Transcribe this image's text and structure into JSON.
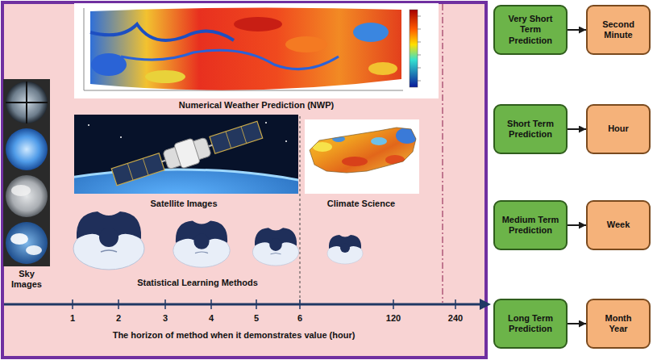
{
  "diagram": {
    "nodes": [
      {
        "text": [
          "Very Short Term Prediction"
        ]
      },
      {
        "text": [
          "Second Minute"
        ]
      },
      {
        "text": [
          "Short Term Prediction"
        ]
      },
      {
        "text": [
          "Hour"
        ]
      },
      {
        "text": [
          "Medium Term Prediction"
        ]
      },
      {
        "text": [
          "Week"
        ]
      },
      {
        "text": [
          "Long Term Prediction"
        ]
      },
      {
        "text": [
          "Month Year"
        ]
      }
    ],
    "edges": [
      {
        "from": 0,
        "to": 1,
        "arrow": "to"
      },
      {
        "from": 2,
        "to": 3,
        "arrow": "to"
      },
      {
        "from": 4,
        "to": 5,
        "arrow": "to"
      },
      {
        "from": 6,
        "to": 7,
        "arrow": "to"
      }
    ],
    "labels": [
      "Numerical Weather Prediction (NWP)",
      "Satellite Images",
      "Climate Science",
      "Sky Images",
      "Statistical Learning Methods",
      "1",
      "2",
      "3",
      "4",
      "5",
      "6",
      "120",
      "240",
      "The horizon of method when it demonstrates value (hour)"
    ]
  }
}
